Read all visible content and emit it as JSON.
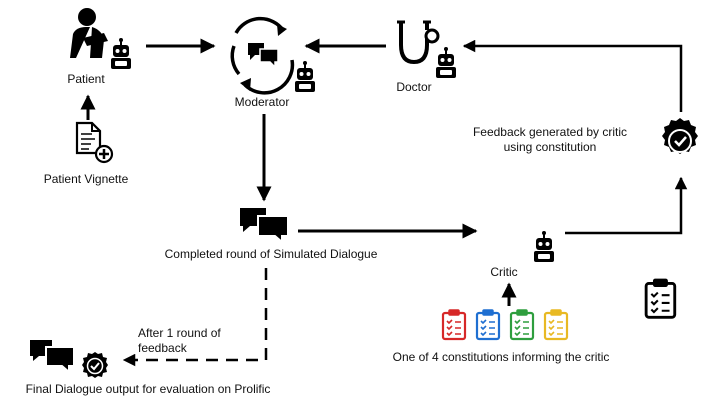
{
  "nodes": {
    "patient": {
      "label": "Patient"
    },
    "patient_vignette": {
      "label": "Patient Vignette"
    },
    "moderator": {
      "label": "Moderator"
    },
    "doctor": {
      "label": "Doctor"
    },
    "dialogue": {
      "label": "Completed round of Simulated Dialogue"
    },
    "critic": {
      "label": "Critic"
    },
    "constitutions": {
      "label": "One of 4 constitutions informing the critic"
    },
    "final": {
      "label": "Final Dialogue output for evaluation on Prolific"
    }
  },
  "annotations": {
    "feedback_critic": "Feedback generated by critic using constitution",
    "after_round": "After 1 round of feedback"
  },
  "colors": {
    "clipboard_red": "#d62828",
    "clipboard_blue": "#1f6fd1",
    "clipboard_green": "#2e9e3e",
    "clipboard_yellow": "#e8b923"
  }
}
